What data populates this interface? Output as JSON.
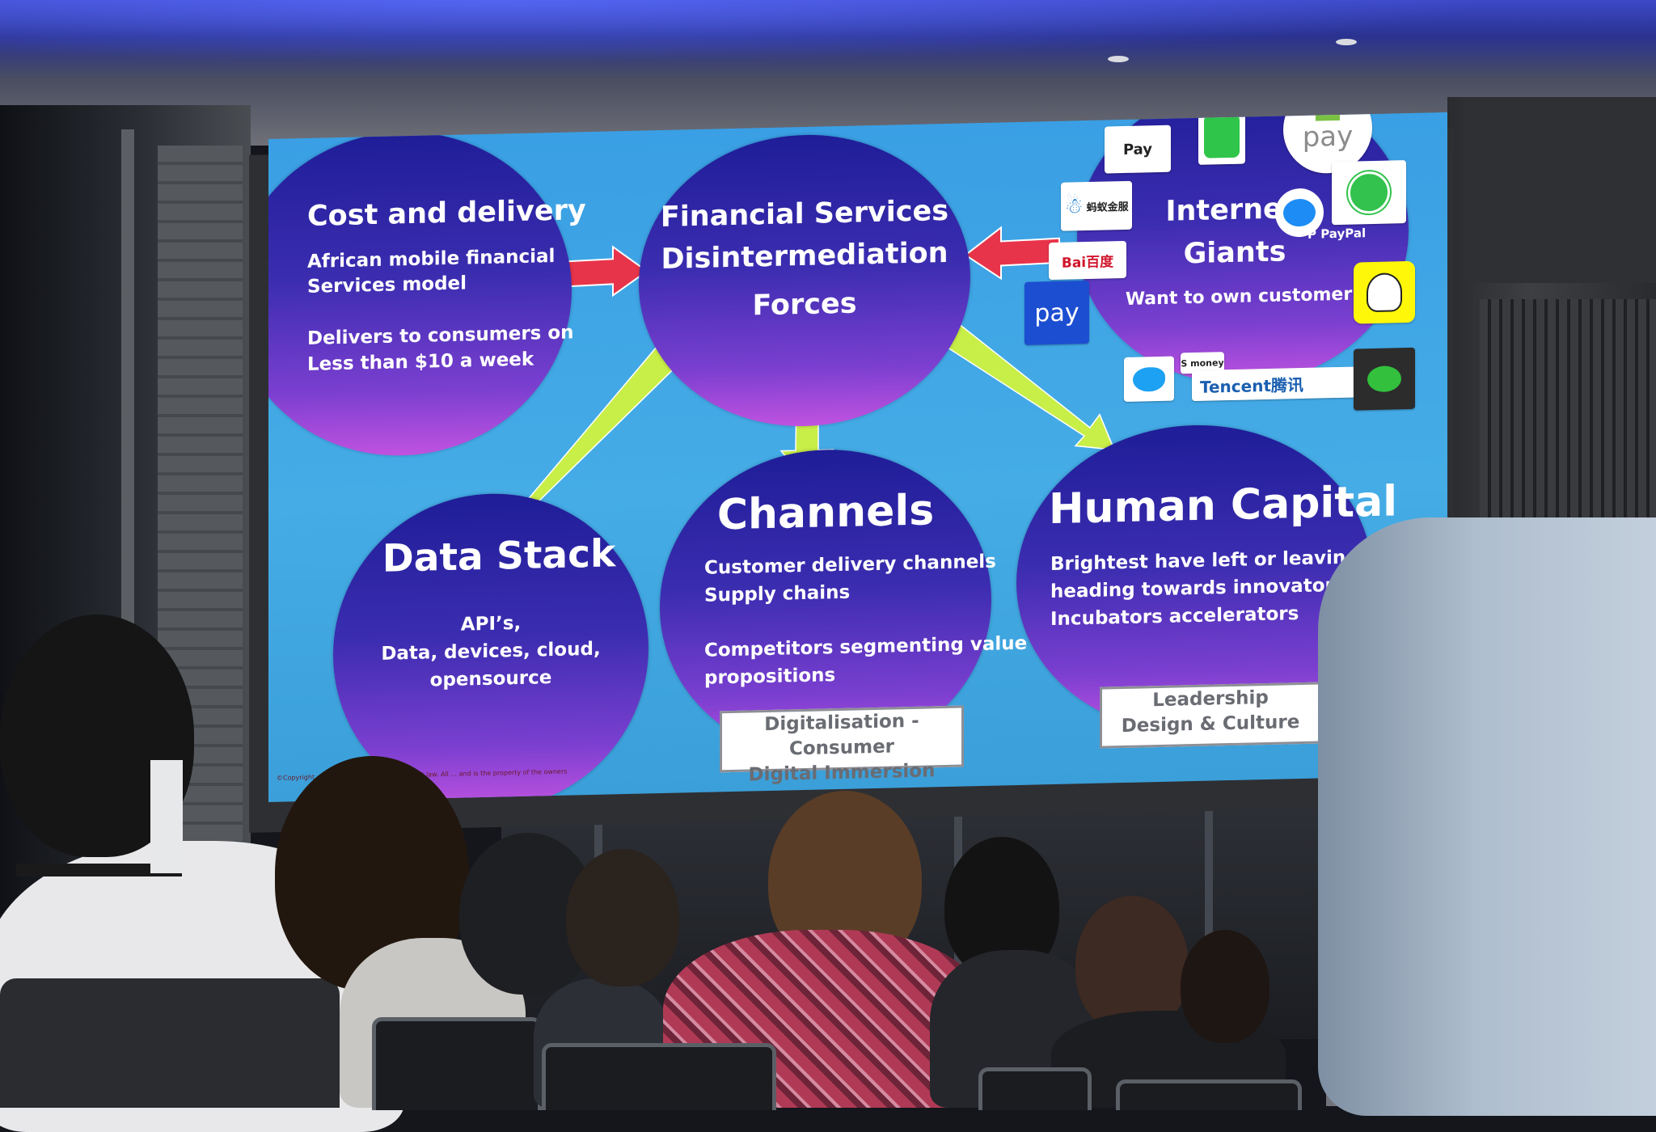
{
  "slide": {
    "center": {
      "title_lines": [
        "Financial Services",
        "Disintermediation",
        "Forces"
      ]
    },
    "cost": {
      "title": "Cost and delivery",
      "lines": [
        "African mobile financial",
        "Services model",
        "",
        "Delivers to consumers on",
        "Less than $10 a week"
      ]
    },
    "internet": {
      "title_lines": [
        "Internet",
        "Giants"
      ],
      "subtitle": "Want to own customer"
    },
    "data_stack": {
      "title": "Data Stack",
      "lines": [
        "API’s,",
        "Data, devices, cloud,",
        "opensource"
      ]
    },
    "channels": {
      "title": "Channels",
      "lines": [
        "Customer delivery channels",
        "Supply chains",
        "",
        "Competitors segmenting value",
        "propositions"
      ],
      "caption_lines": [
        "Digitalisation - Consumer",
        "Digital Immersion"
      ]
    },
    "human_capital": {
      "title": "Human Capital",
      "lines": [
        "Brightest have left or leaving",
        "heading towards innovators",
        "Incubators accelerators"
      ],
      "caption_lines": [
        "Leadership",
        "Design & Culture"
      ]
    },
    "logos": {
      "apple_pay": " Pay",
      "android_pay": "pay",
      "paypal": "P PayPal",
      "samsung_pay": "pay",
      "baidu": "Bai百度",
      "tencent": "Tencent腾讯",
      "smoney": "S money",
      "ant": "蚂蚁金服"
    },
    "footer": "©Copyright ... UK and international copyright law. All ... and is the property of the owners"
  },
  "colors": {
    "slide_background": "#3fa6e4",
    "circle_top": "#1f1d98",
    "circle_bottom": "#c052e0",
    "arrow_red": "#e8344a",
    "arrow_green": "#c8ee48"
  },
  "icons": [
    "line-icon",
    "android-icon",
    "messenger-icon",
    "whatsapp-icon",
    "snapchat-icon",
    "wechat-icon",
    "twitter-icon",
    "apple-icon",
    "ant-financial-icon"
  ]
}
